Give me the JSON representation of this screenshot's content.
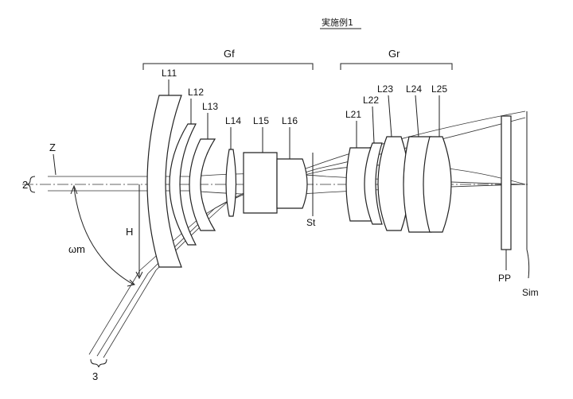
{
  "title": "実施例1",
  "groups": {
    "front": "Gf",
    "rear": "Gr"
  },
  "lenses": [
    "L11",
    "L12",
    "L13",
    "L14",
    "L15",
    "L16",
    "L21",
    "L22",
    "L23",
    "L24",
    "L25"
  ],
  "labels": {
    "axis": "Z",
    "marker_2": "2",
    "marker_3": "3",
    "height": "H",
    "angle": "ωm",
    "stop": "St",
    "pp": "PP",
    "sim": "Sim"
  }
}
